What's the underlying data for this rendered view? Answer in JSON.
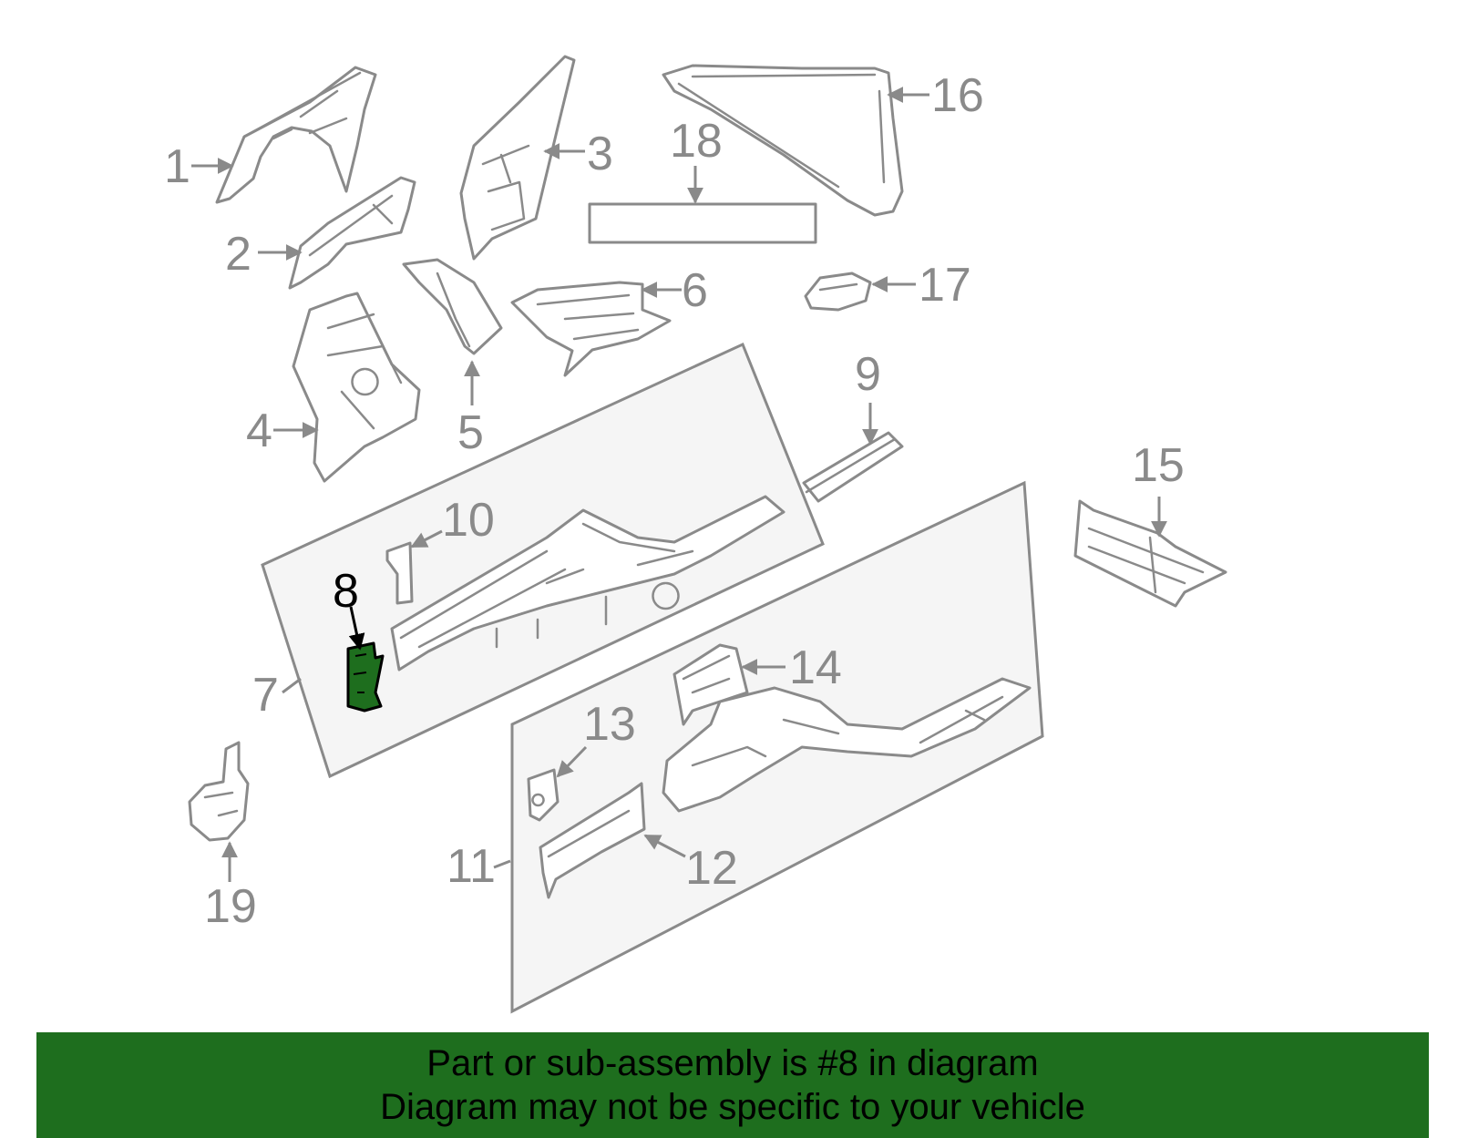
{
  "highlight": {
    "part_number": "8",
    "color": "#1e6e1e"
  },
  "callouts": {
    "c1": "1",
    "c2": "2",
    "c3": "3",
    "c4": "4",
    "c5": "5",
    "c6": "6",
    "c7": "7",
    "c8": "8",
    "c9": "9",
    "c10": "10",
    "c11": "11",
    "c12": "12",
    "c13": "13",
    "c14": "14",
    "c15": "15",
    "c16": "16",
    "c17": "17",
    "c18": "18",
    "c19": "19"
  },
  "banner": {
    "line1": "Part or sub-assembly is #8 in diagram",
    "line2": "Diagram may not be specific to your vehicle",
    "background": "#1e6e1e"
  },
  "colors": {
    "line": "#8a8a8a",
    "group_fill": "#f5f5f5",
    "highlight_part": "#1e6e1e"
  }
}
